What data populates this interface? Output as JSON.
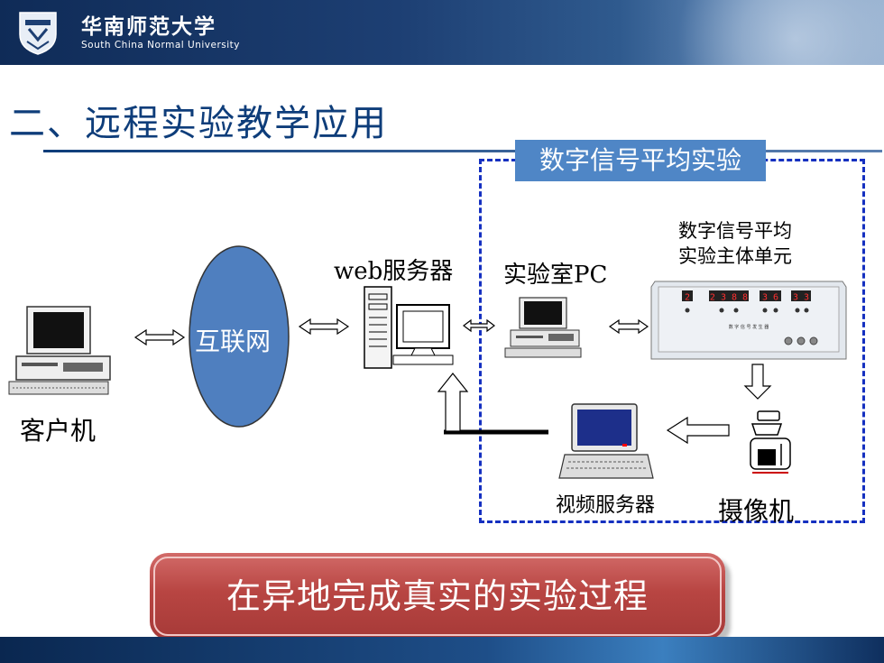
{
  "header": {
    "university_cn": "华南师范大学",
    "university_en": "South China Normal University"
  },
  "page_title": "二、远程实验教学应用",
  "experiment_label": "数字信号平均实验",
  "nodes": {
    "client": "客户机",
    "internet": "互联网",
    "web_server": "web服务器",
    "lab_pc": "实验室PC",
    "main_unit_line1": "数字信号平均",
    "main_unit_line2": "实验主体单元",
    "video_server": "视频服务器",
    "camera": "摄像机"
  },
  "device_panel": {
    "digits": [
      "2",
      "2 3 8 8",
      "3 6",
      "3 3"
    ],
    "caption": "数 字 信 号 发 生 器"
  },
  "banner_text": "在异地完成真实的实验过程",
  "colors": {
    "header_bg": "#0f2b57",
    "title": "#0e3d7a",
    "dashed_border": "#1530c0",
    "label_bg": "#4f86c6",
    "internet_ellipse": "#4f7fbf",
    "banner": "#b84542"
  }
}
